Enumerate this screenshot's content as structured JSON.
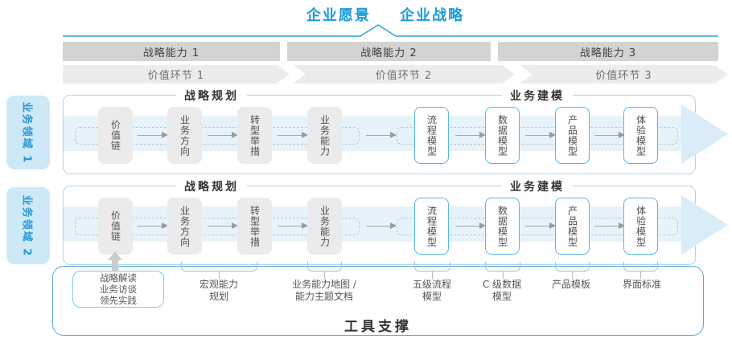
{
  "title": {
    "vision": "企业愿景",
    "strategy": "企业战略"
  },
  "capability_bars": [
    "战略能力 1",
    "战略能力 2",
    "战略能力 3"
  ],
  "value_chevrons": [
    "价值环节 1",
    "价值环节 2",
    "价值环节 3"
  ],
  "domains": [
    "业务领域 1",
    "业务领域 2"
  ],
  "row": {
    "planning_header": "战略规划",
    "modeling_header": "业务建模",
    "planning_boxes": [
      "价值链",
      "业务方向",
      "转型举措",
      "业务能力"
    ],
    "modeling_boxes": [
      "流程模型",
      "数据模型",
      "产品模型",
      "体验模型"
    ]
  },
  "annotations": {
    "practice_box": [
      "战略解读",
      "业务访谈",
      "领先实践"
    ],
    "notes": [
      {
        "lines": [
          "宏观能力",
          "规划"
        ]
      },
      {
        "lines": [
          "业务能力地图 /",
          "能力主题文档"
        ]
      },
      {
        "lines": [
          "五级流程",
          "模型"
        ]
      },
      {
        "lines": [
          "C 级数据",
          "模型"
        ]
      },
      {
        "lines": [
          "产品模板"
        ]
      },
      {
        "lines": [
          "界面标准"
        ]
      }
    ]
  },
  "footer": {
    "tool_support": "工具支撑"
  },
  "colors": {
    "accent_blue": "#1b9cd9",
    "panel_border": "#a9d5ec",
    "model_box_border": "#56b6e2",
    "flow_band": "#e7f3fb",
    "flow_arrowhead": "#d9ecf8",
    "capability_bar_gray": "#d3d3d3",
    "chevron_gray": "#ececec",
    "domain_fill": "#cde9f6",
    "domain_text": "#2898d5",
    "container_border": "#55a9d6",
    "text_dark": "#333333",
    "text_gray": "#555555"
  }
}
